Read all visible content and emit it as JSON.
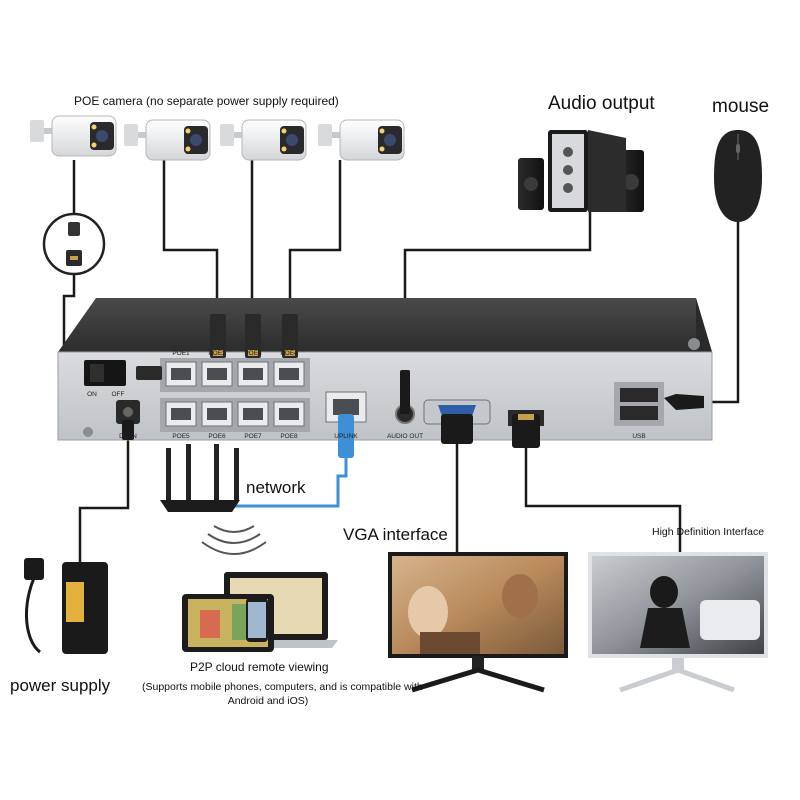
{
  "labels": {
    "poe_camera": "POE camera (no separate power supply required)",
    "audio_output": "Audio output",
    "mouse": "mouse",
    "network": "network",
    "vga_interface": "VGA interface",
    "hdmi_interface": "High Definition Interface",
    "power_supply": "power supply",
    "p2p_title": "P2P cloud remote viewing",
    "p2p_note_line1": "(Supports mobile phones, computers, and is compatible with",
    "p2p_note_line2": "Android and iOS)"
  },
  "panel": {
    "switch_on": "ON",
    "switch_off": "OFF",
    "dc_in": "DC IN",
    "poe_ports": [
      "POE1",
      "POE2",
      "POE3",
      "POE4",
      "POE5",
      "POE6",
      "POE7",
      "POE8"
    ],
    "uplink": "UPLINK",
    "audio_out": "AUDIO OUT",
    "usb": "USB"
  },
  "colors": {
    "cable": "#1a1a1a",
    "network_cable": "#3d8fd6",
    "nvr_top": "#3c3c3c",
    "nvr_back": "#cdd0d3"
  },
  "icons": {
    "camera": "bullet-camera-icon",
    "speaker": "speaker-icon",
    "mouse": "mouse-icon",
    "router": "router-icon",
    "adapter": "power-adapter-icon",
    "monitor": "monitor-icon"
  }
}
